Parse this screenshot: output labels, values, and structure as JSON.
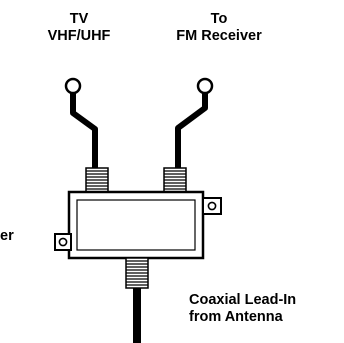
{
  "labels": {
    "tv_line1": "TV",
    "tv_line2": "VHF/UHF",
    "fm_line1": "To",
    "fm_line2": "FM Receiver",
    "partial_text": "er",
    "coax_line1": "Coaxial Lead-In",
    "coax_line2": "from Antenna"
  },
  "colors": {
    "ink": "#000000",
    "paper": "#ffffff",
    "body_fill": "#ffffff"
  }
}
